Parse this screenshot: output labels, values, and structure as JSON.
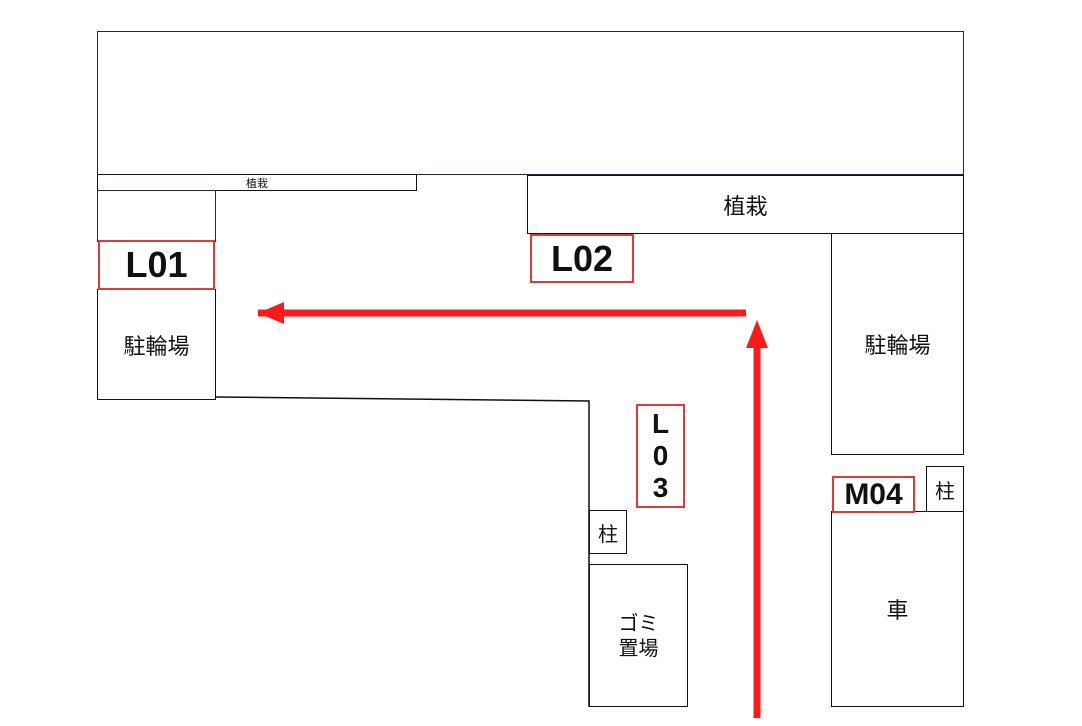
{
  "labels": {
    "planting_small": "植栽",
    "planting_large": "植栽",
    "bicycle_parking_left": "駐輪場",
    "bicycle_parking_right": "駐輪場",
    "pillar_left": "柱",
    "pillar_right": "柱",
    "garbage_line1": "ゴミ",
    "garbage_line2": "置場",
    "car": "車"
  },
  "markers": {
    "l01": "L01",
    "l02": "L02",
    "l03": [
      "L",
      "0",
      "3"
    ],
    "m04": "M04"
  },
  "colors": {
    "line": "#111111",
    "marker_border": "#e53935",
    "arrow": "#ff1a1a"
  }
}
